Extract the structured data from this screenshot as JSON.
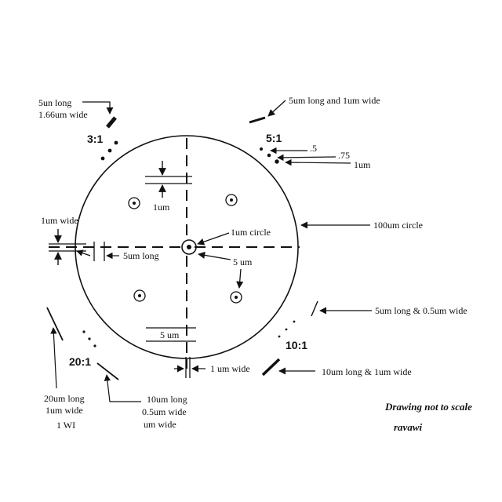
{
  "labels": {
    "ratio_3_1": "3:1",
    "ratio_5_1": "5:1",
    "ratio_10_1": "10:1",
    "ratio_20_1": "20:1",
    "tl_line1": "5un long",
    "tl_line2": "1.66um wide",
    "tr_top": "5um long and 1um wide",
    "tr_p5": ".5",
    "tr_p75": ".75",
    "tr_1um": "1um",
    "upper_1um": "1um",
    "left_1um_wide": "1um wide",
    "left_5um_long": "5um long",
    "center_circle": "1um circle",
    "center_5um": "5 um",
    "center_100um": "100um circle",
    "right_5um_05": "5um long & 0.5um wide",
    "bottom_5um": "5 um",
    "bottom_1um_wide": "1 um wide",
    "br_10um": "10um long & 1um wide",
    "bl_20um_l1": "20um long",
    "bl_20um_l2": "1um wide",
    "bl_mirror1": "1 WI",
    "bl_10um_l1": "10um long",
    "bl_10um_l2": "0.5um wide",
    "bl_mirror2": "um wide",
    "note_title": "Drawing not to scale",
    "note_author": "ravawi"
  },
  "colors": {
    "ink": "#111111",
    "background": "#ffffff"
  }
}
